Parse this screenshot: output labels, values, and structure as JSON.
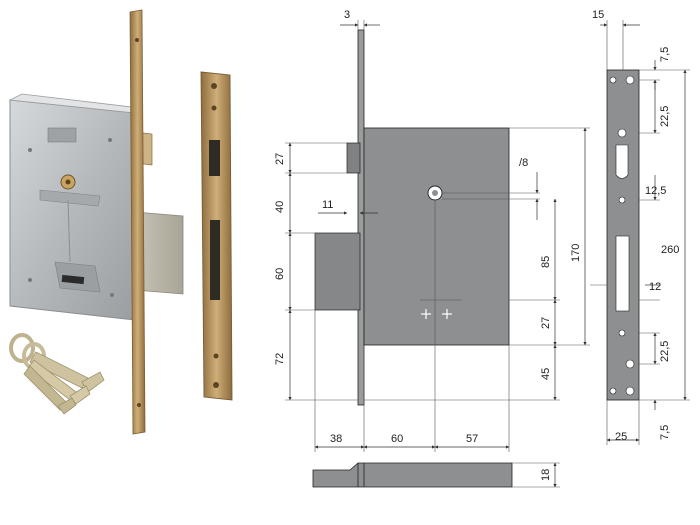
{
  "colors": {
    "steel_light": "#c9ccce",
    "steel_mid": "#a9adb0",
    "steel_dark": "#7d8184",
    "brass": "#b48f57",
    "brass_dark": "#8a6a3c",
    "drawing_fill": "#8d8f91",
    "line": "#222222",
    "background": "#ffffff"
  },
  "icons": [
    "lock-body-photo",
    "strike-plate-photo",
    "keys-photo",
    "cylinder-icon"
  ],
  "dimensions": {
    "top_faceplate_thickness": "3",
    "strike_thickness": "15",
    "bolt_27": "27",
    "bolt_40": "40",
    "bolt_60": "60",
    "bolt_72": "72",
    "bolt_projection": "11",
    "body_height": "170",
    "keyhole_dia": "8",
    "offset_85": "85",
    "offset_27": "27",
    "offset_45": "45",
    "width_38": "38",
    "width_60": "60",
    "width_57": "57",
    "depth_18": "18",
    "strike_7_5_top": "7,5",
    "strike_22_5_top": "22,5",
    "strike_12_5": "12,5",
    "strike_total": "260",
    "strike_12": "12",
    "strike_22_5_bottom": "22,5",
    "strike_7_5_bottom": "7,5",
    "strike_width": "25"
  }
}
